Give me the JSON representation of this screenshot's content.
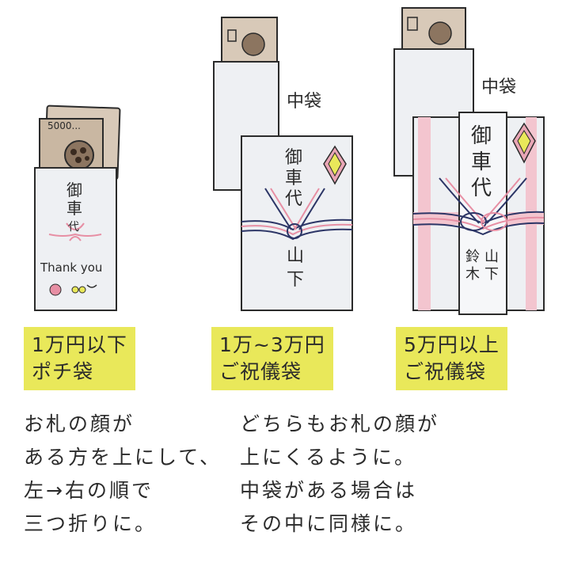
{
  "envelopes": [
    {
      "kind": "pochi-bukuro",
      "title": "御車代",
      "greeting": "Thank you",
      "label_lines": [
        "1万円以下",
        "ポチ袋"
      ]
    },
    {
      "kind": "goshugi-bukuro-small",
      "inner_bag_label": "中袋",
      "title": "御車代",
      "name": "山下",
      "label_lines": [
        "1万~3万円",
        "ご祝儀袋"
      ]
    },
    {
      "kind": "goshugi-bukuro-large",
      "inner_bag_label": "中袋",
      "title": "御車代",
      "name_right": "山下",
      "name_left": "鈴木",
      "label_lines": [
        "5万円以上",
        "ご祝儀袋"
      ]
    }
  ],
  "notes": {
    "left": [
      "お札の顔が",
      "ある方を上にして、",
      "左→右の順で",
      "三つ折りに。"
    ],
    "right": [
      "どちらもお札の顔が",
      "上にくるように。",
      "中袋がある場合は",
      "その中に同様に。"
    ]
  },
  "colors": {
    "label_highlight": "#e9e85a",
    "envelope_fill": "#eef0f3",
    "mizuhiki_pink": "#e78fa4",
    "mizuhiki_navy": "#2c3566",
    "bill_fill": "#d8c9b8",
    "outline": "#2b2b2b"
  }
}
